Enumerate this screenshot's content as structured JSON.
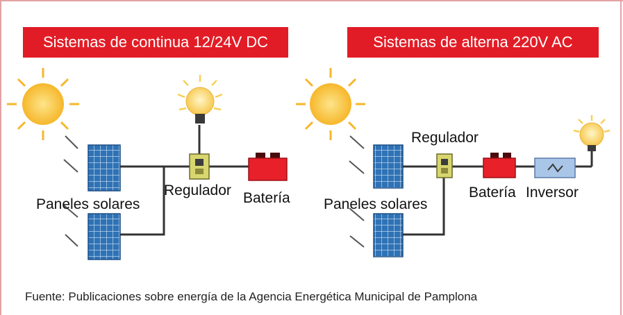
{
  "diagram_dc": {
    "title": "Sistemas de continua 12/24V DC",
    "labels": {
      "panels": "Paneles solares",
      "regulator": "Regulador",
      "battery": "Batería"
    }
  },
  "diagram_ac": {
    "title": "Sistemas de alterna 220V AC",
    "labels": {
      "panels": "Paneles solares",
      "regulator": "Regulador",
      "battery": "Batería",
      "inverter": "Inversor"
    }
  },
  "source": "Fuente: Publicaciones sobre energía de la Agencia Energética Municipal de Pamplona",
  "colors": {
    "banner": "#e21c26",
    "border": "#e2a3a6",
    "panel": "#2f72b5",
    "battery": "#e8202a",
    "regulator": "#d8d66e",
    "inverter": "#a9c6e8",
    "sun": "#f6b72b",
    "wire": "#333333"
  },
  "icons": [
    "sun-icon",
    "solar-panel-icon",
    "light-bulb-icon",
    "regulator-icon",
    "battery-icon",
    "inverter-icon"
  ]
}
